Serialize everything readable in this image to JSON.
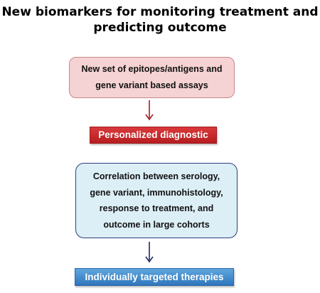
{
  "title": {
    "line1": "New biomarkers for monitoring treatment and",
    "line2": "predicting outcome"
  },
  "top_box": {
    "lines": [
      "New set of epitopes/antigens and",
      "gene variant based assays"
    ]
  },
  "banner_1": {
    "label": "Personalized diagnostic"
  },
  "middle_box": {
    "lines": [
      "Correlation between serology,",
      "gene variant, immunohistology,",
      "response to treatment, and",
      "outcome in large cohorts"
    ]
  },
  "banner_2": {
    "label": "Individually targeted therapies"
  },
  "colors": {
    "top_box_fill": "#f5d2d3",
    "top_box_border": "#c9878b",
    "arrow_1": "#a01f24",
    "banner_1_fill": "#c62a2d",
    "middle_box_fill": "#dceef6",
    "middle_box_border": "#2e3d80",
    "arrow_2": "#1f2a5a",
    "banner_2_fill": "#4a8fd0"
  }
}
